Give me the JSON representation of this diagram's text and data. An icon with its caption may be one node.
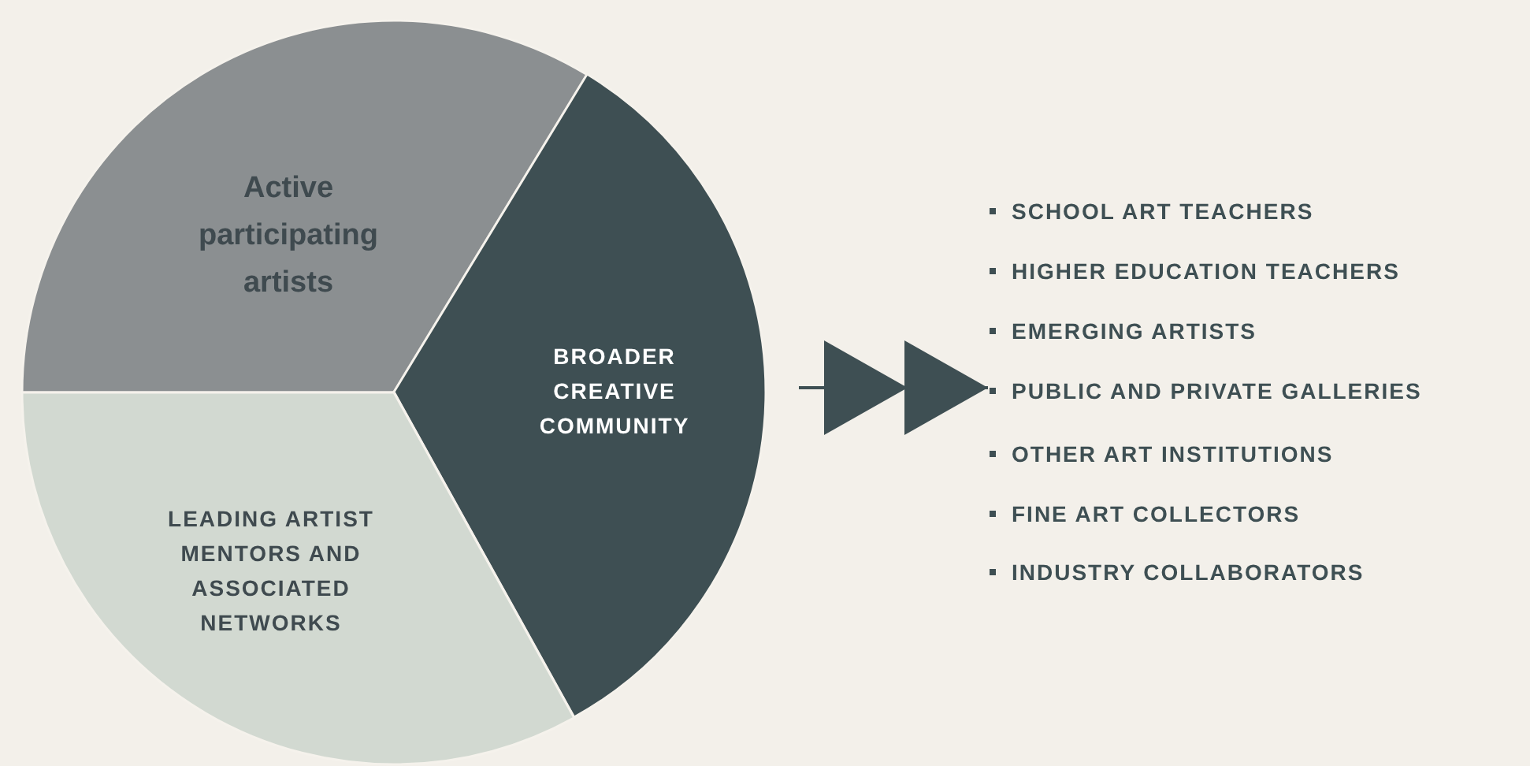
{
  "diagram": {
    "nodes": [
      {
        "text": [
          "Active participating artists"
        ]
      },
      {
        "text": [
          "BROADER CREATIVE COMMUNITY"
        ]
      },
      {
        "text": [
          "LEADING ARTIST MENTORS AND ASSOCIATED NETWORKS"
        ]
      },
      {
        "text": [
          "SCHOOL ART TEACHERS",
          "HIGHER EDUCATION TEACHERS",
          "EMERGING ARTISTS",
          "PUBLIC AND PRIVATE GALLERIES",
          "OTHER ART INSTITUTIONS",
          "FINE ART COLLECTORS",
          "INDUSTRY COLLABORATORS"
        ]
      }
    ],
    "edges": [
      {
        "from": 1,
        "to": 3,
        "arrow": "to"
      }
    ]
  }
}
